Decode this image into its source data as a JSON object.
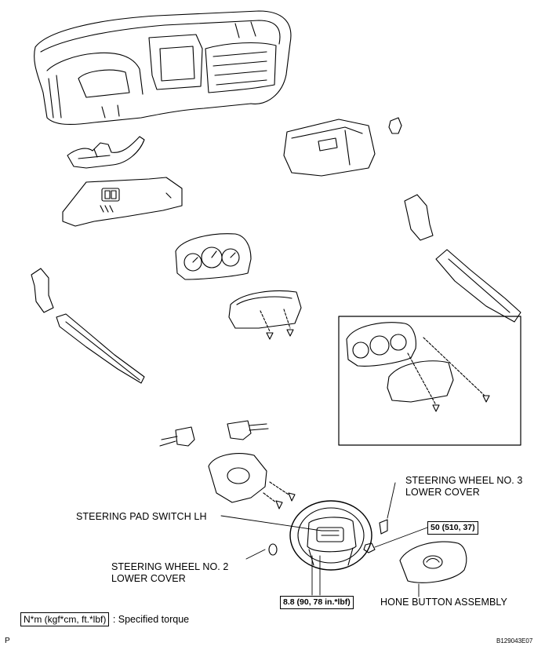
{
  "labels": {
    "steering_wheel_no3_line1": "STEERING WHEEL NO. 3",
    "steering_wheel_no3_line2": "LOWER COVER",
    "steering_pad_switch_lh": "STEERING PAD SWITCH LH",
    "steering_wheel_no2_line1": "STEERING WHEEL NO. 2",
    "steering_wheel_no2_line2": "LOWER COVER",
    "horn_button_assembly": "HONE BUTTON ASSEMBLY"
  },
  "torques": {
    "hub_nut": "50 (510, 37)",
    "pad_screw": "8.8 (90, 78 in.*lbf)"
  },
  "legend": {
    "unit_box": "N*m (kgf*cm, ft.*lbf)",
    "unit_text": ": Specified torque"
  },
  "footer": {
    "left_code": "P",
    "figure_id": "B129043E07"
  }
}
